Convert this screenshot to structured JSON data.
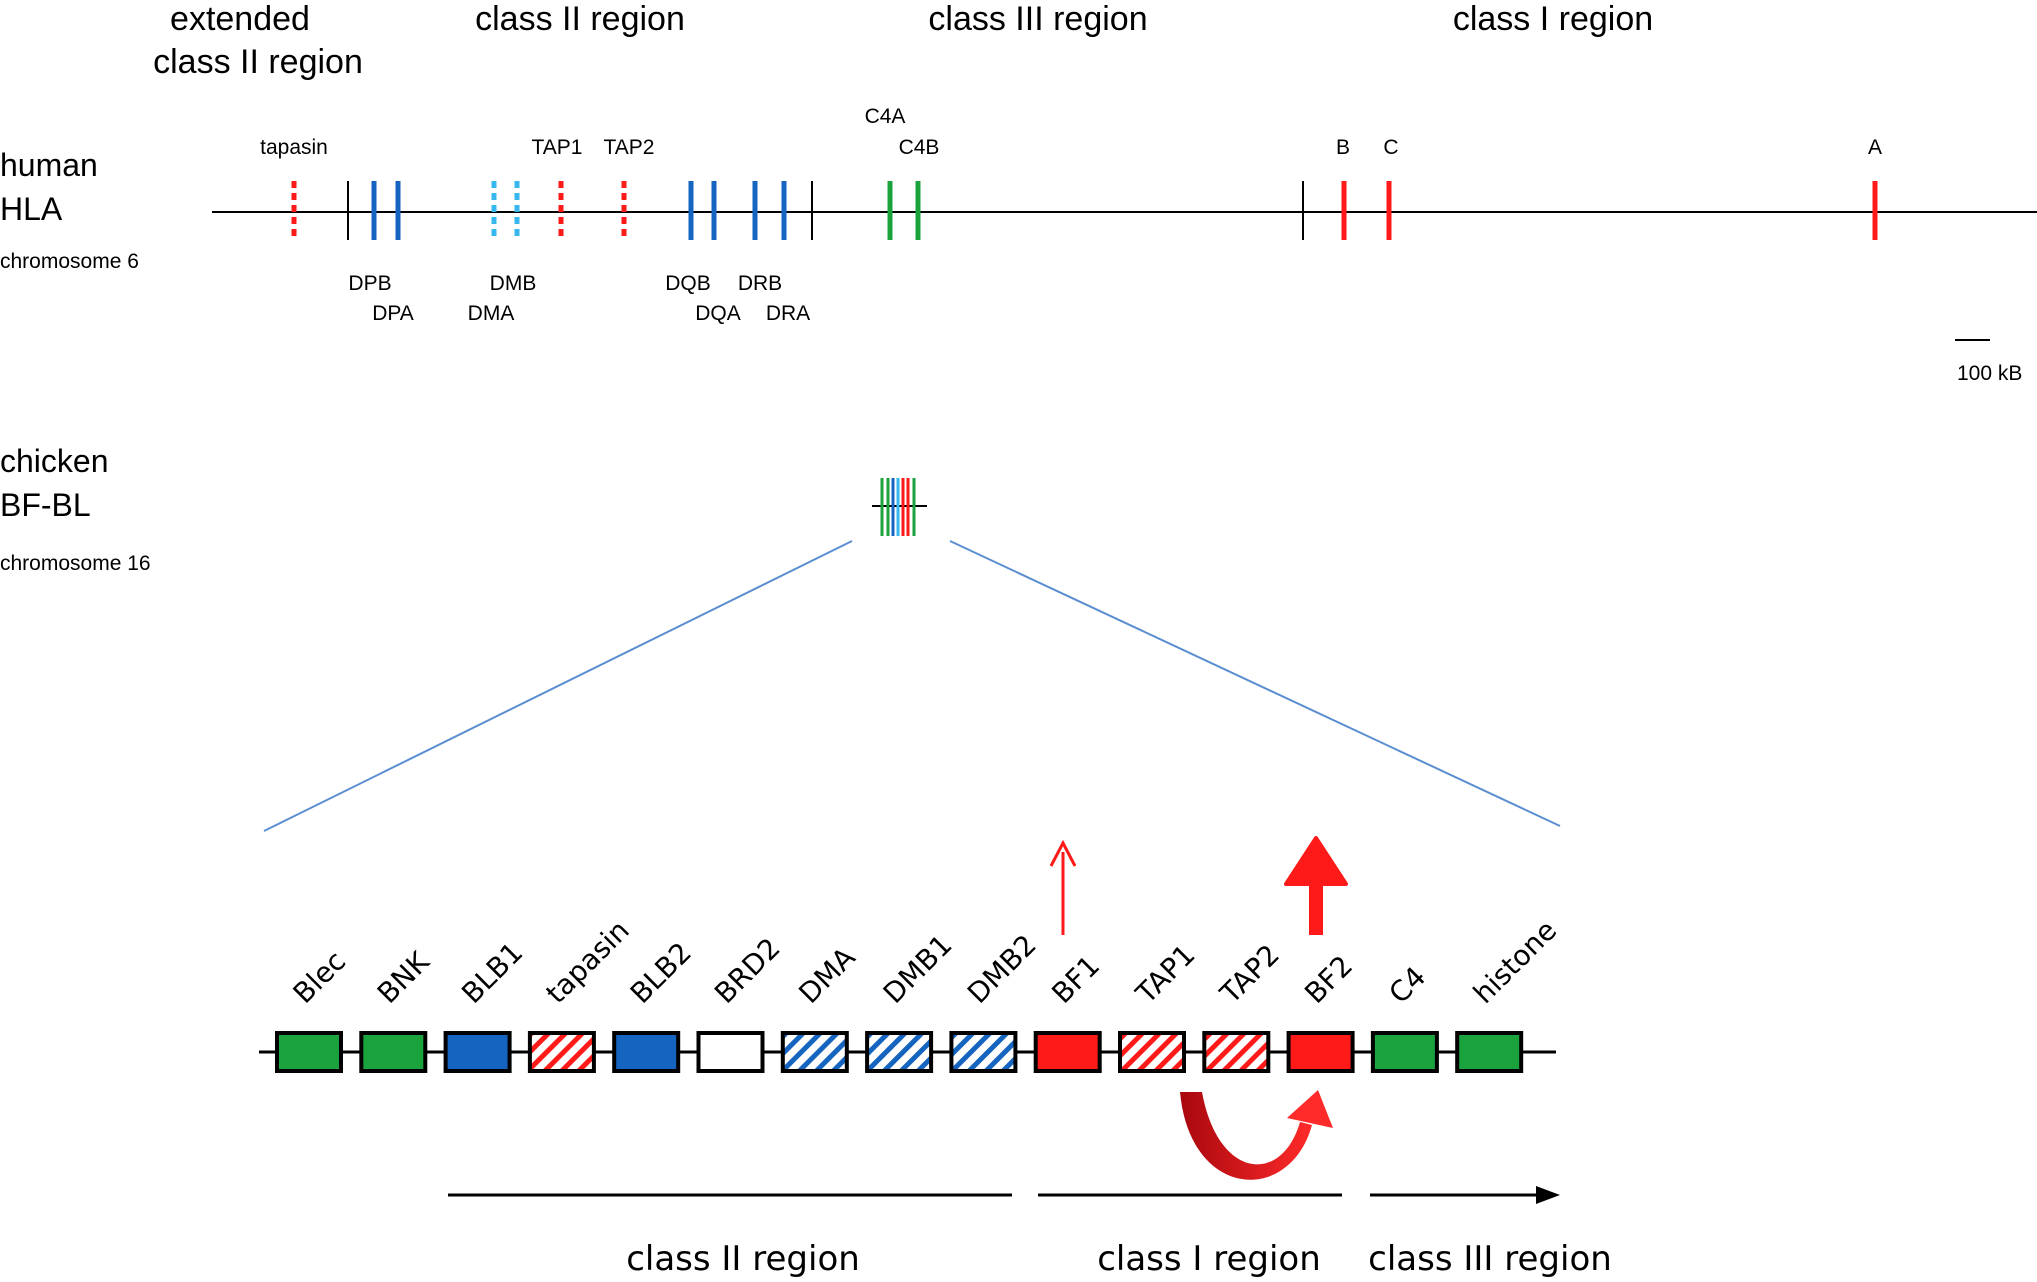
{
  "colors": {
    "green": "#1aa33c",
    "blue": "#1565c0",
    "light_blue": "#36b7ee",
    "red": "#ff1a1a",
    "white": "#ffffff",
    "zoom_line": "#5b8ed0",
    "dark_red_arrow": "#c0131a"
  },
  "human": {
    "region_headers": {
      "extended_line1": "extended",
      "extended_line2": "class II region",
      "class2": "class II  region",
      "class3": "class III  region",
      "class1": "class I  region"
    },
    "species": "human",
    "locus": "HLA",
    "chromosome": "chromosome 6",
    "gene_labels": {
      "tapasin": "tapasin",
      "tap1": "TAP1",
      "tap2": "TAP2",
      "c4a": "C4A",
      "c4b": "C4B",
      "b": "B",
      "c": "C",
      "a": "A",
      "dpb": "DPB",
      "dpa": "DPA",
      "dmb": "DMB",
      "dma": "DMA",
      "dqb": "DQB",
      "dqa": "DQA",
      "drb": "DRB",
      "dra": "DRA"
    },
    "scale_label": "100 kB"
  },
  "chicken": {
    "species": "chicken",
    "locus": "BF-BL",
    "chromosome": "chromosome 16",
    "genes": [
      {
        "label": "Blec",
        "fill": "green",
        "hatched": false
      },
      {
        "label": "BNK",
        "fill": "green",
        "hatched": false
      },
      {
        "label": "BLB1",
        "fill": "blue",
        "hatched": false
      },
      {
        "label": "tapasin",
        "fill": "red",
        "hatched": true
      },
      {
        "label": "BLB2",
        "fill": "blue",
        "hatched": false
      },
      {
        "label": "BRD2",
        "fill": "white",
        "hatched": false
      },
      {
        "label": "DMA",
        "fill": "blue",
        "hatched": true
      },
      {
        "label": "DMB1",
        "fill": "blue",
        "hatched": true
      },
      {
        "label": "DMB2",
        "fill": "blue",
        "hatched": true
      },
      {
        "label": "BF1",
        "fill": "red",
        "hatched": false
      },
      {
        "label": "TAP1",
        "fill": "red",
        "hatched": true
      },
      {
        "label": "TAP2",
        "fill": "red",
        "hatched": true
      },
      {
        "label": "BF2",
        "fill": "red",
        "hatched": false
      },
      {
        "label": "C4",
        "fill": "green",
        "hatched": false
      },
      {
        "label": "histone",
        "fill": "green",
        "hatched": false
      }
    ],
    "regions": {
      "class2": "class II region",
      "class1": "class I region",
      "class3": "class III region"
    }
  }
}
